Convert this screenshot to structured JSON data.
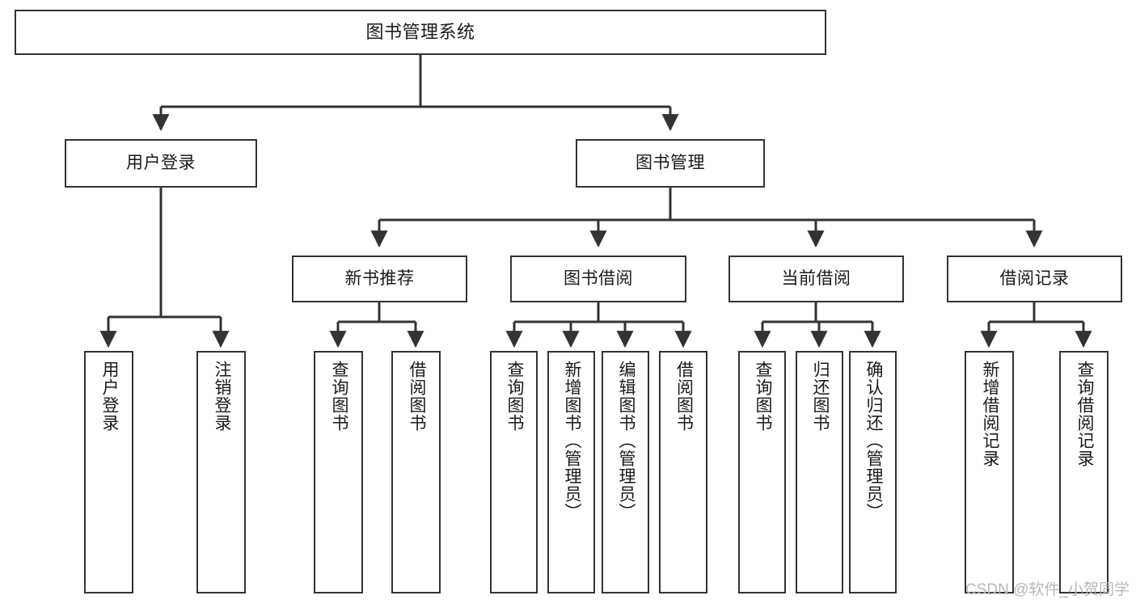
{
  "diagram": {
    "type": "tree",
    "title": "图书管理系统",
    "stroke_color": "#333333",
    "text_color": "#1a1a1a",
    "background_color": "#ffffff",
    "watermark": "CSDN @软件_小贺同学"
  },
  "nodes": {
    "root": {
      "label": "图书管理系统"
    },
    "level2": [
      {
        "label": "用户登录"
      },
      {
        "label": "图书管理"
      }
    ],
    "level3": [
      {
        "label": "新书推荐"
      },
      {
        "label": "图书借阅"
      },
      {
        "label": "当前借阅"
      },
      {
        "label": "借阅记录"
      }
    ],
    "leaves": {
      "user_login": [
        {
          "label": "用户登录"
        },
        {
          "label": "注销登录"
        }
      ],
      "new_book_recommend": [
        {
          "label": "查询图书"
        },
        {
          "label": "借阅图书"
        }
      ],
      "book_borrow": [
        {
          "label": "查询图书"
        },
        {
          "label": "新增图书（管理员）"
        },
        {
          "label": "编辑图书（管理员）"
        },
        {
          "label": "借阅图书"
        }
      ],
      "current_borrow": [
        {
          "label": "查询图书"
        },
        {
          "label": "归还图书"
        },
        {
          "label": "确认归还（管理员）"
        }
      ],
      "borrow_record": [
        {
          "label": "新增借阅记录"
        },
        {
          "label": "查询借阅记录"
        }
      ]
    }
  }
}
